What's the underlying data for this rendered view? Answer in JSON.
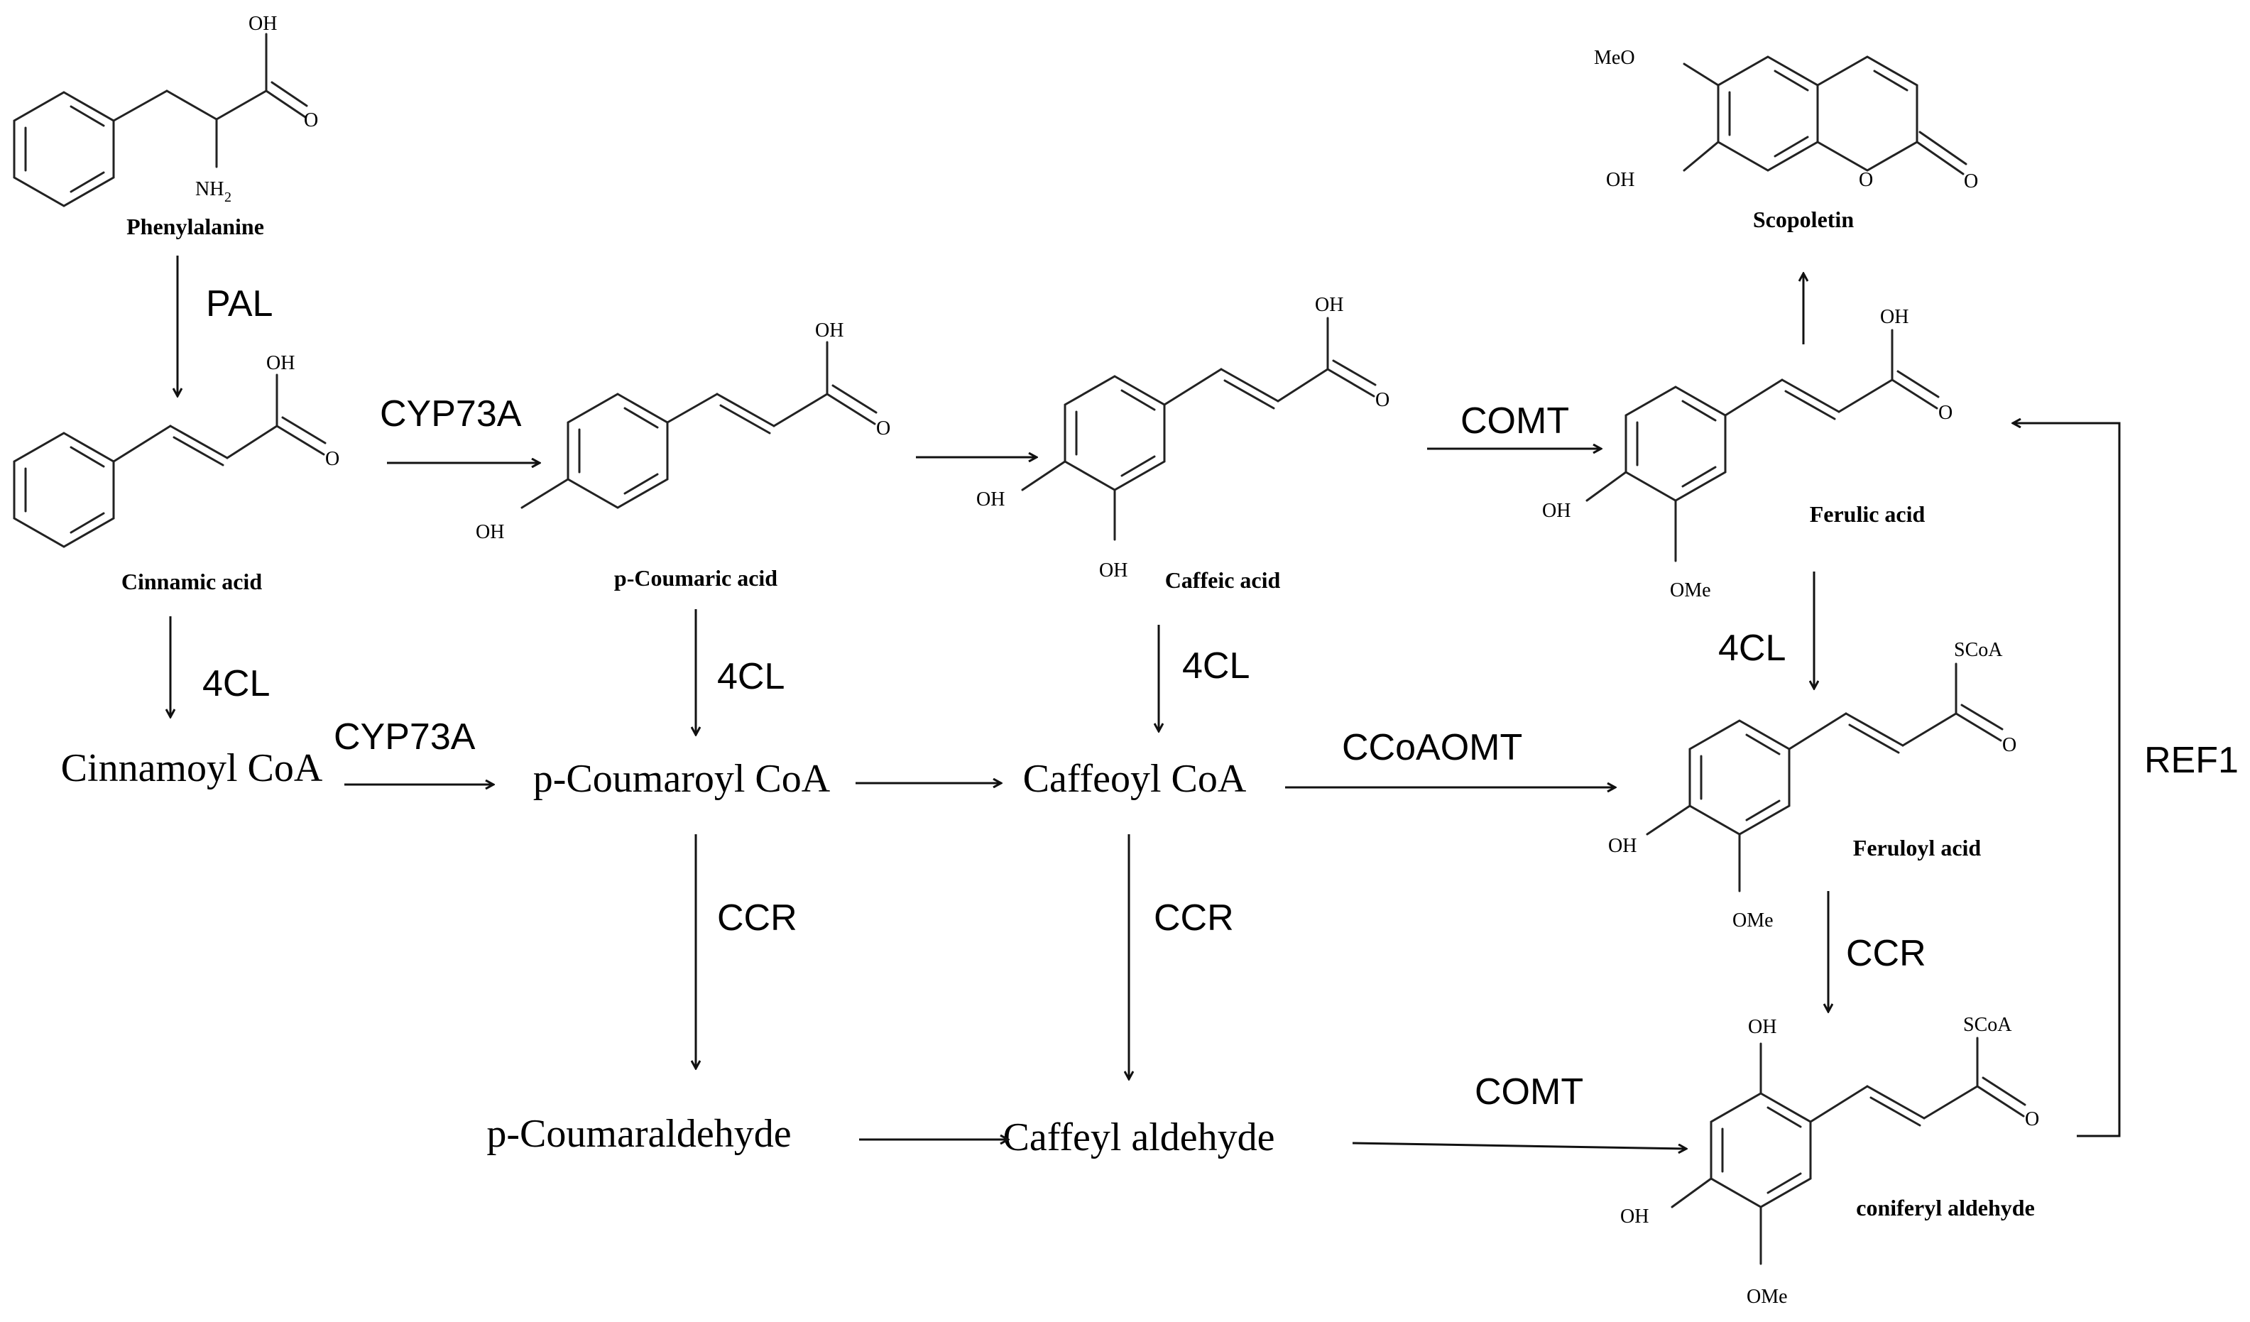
{
  "compounds": {
    "phenylalanine": {
      "name": "Phenylalanine",
      "atoms": [
        "OH",
        "O",
        "NH",
        "2"
      ]
    },
    "cinnamic_acid": {
      "name": "Cinnamic acid",
      "atoms": [
        "OH",
        "O"
      ]
    },
    "p_coumaric_acid": {
      "name": "p-Coumaric acid",
      "atoms": [
        "OH",
        "O",
        "OH"
      ]
    },
    "caffeic_acid": {
      "name": "Caffeic acid",
      "atoms": [
        "OH",
        "O",
        "OH",
        "OH"
      ]
    },
    "ferulic_acid": {
      "name": "Ferulic acid",
      "atoms": [
        "OH",
        "O",
        "OH",
        "OMe"
      ]
    },
    "scopoletin": {
      "name": "Scopoletin",
      "atoms": [
        "MeO",
        "OH",
        "O",
        "O"
      ]
    },
    "feruloyl_acid": {
      "name": "Feruloyl acid",
      "atoms": [
        "SCoA",
        "O",
        "OH",
        "OMe"
      ]
    },
    "coniferyl_aldehyde": {
      "name": "coniferyl aldehyde",
      "atoms": [
        "OH",
        "SCoA",
        "O",
        "OH",
        "OMe"
      ]
    }
  },
  "intermediates": {
    "cinnamoyl_coa": "Cinnamoyl CoA",
    "p_coumaroyl_coa": "p-Coumaroyl CoA",
    "caffeoyl_coa": "Caffeoyl CoA",
    "p_coumaraldehyde": "p-Coumaraldehyde",
    "caffeyl_aldehyde": "Caffeyl aldehyde"
  },
  "enzymes": {
    "pal": "PAL",
    "cyp73a_top": "CYP73A",
    "cyp73a_bottom": "CYP73A",
    "comt_top": "COMT",
    "comt_bottom": "COMT",
    "fourcl_1": "4CL",
    "fourcl_2": "4CL",
    "fourcl_3": "4CL",
    "fourcl_4": "4CL",
    "ccoaomt": "CCoAOMT",
    "ccr_1": "CCR",
    "ccr_2": "CCR",
    "ccr_3": "CCR",
    "ref1": "REF1"
  }
}
